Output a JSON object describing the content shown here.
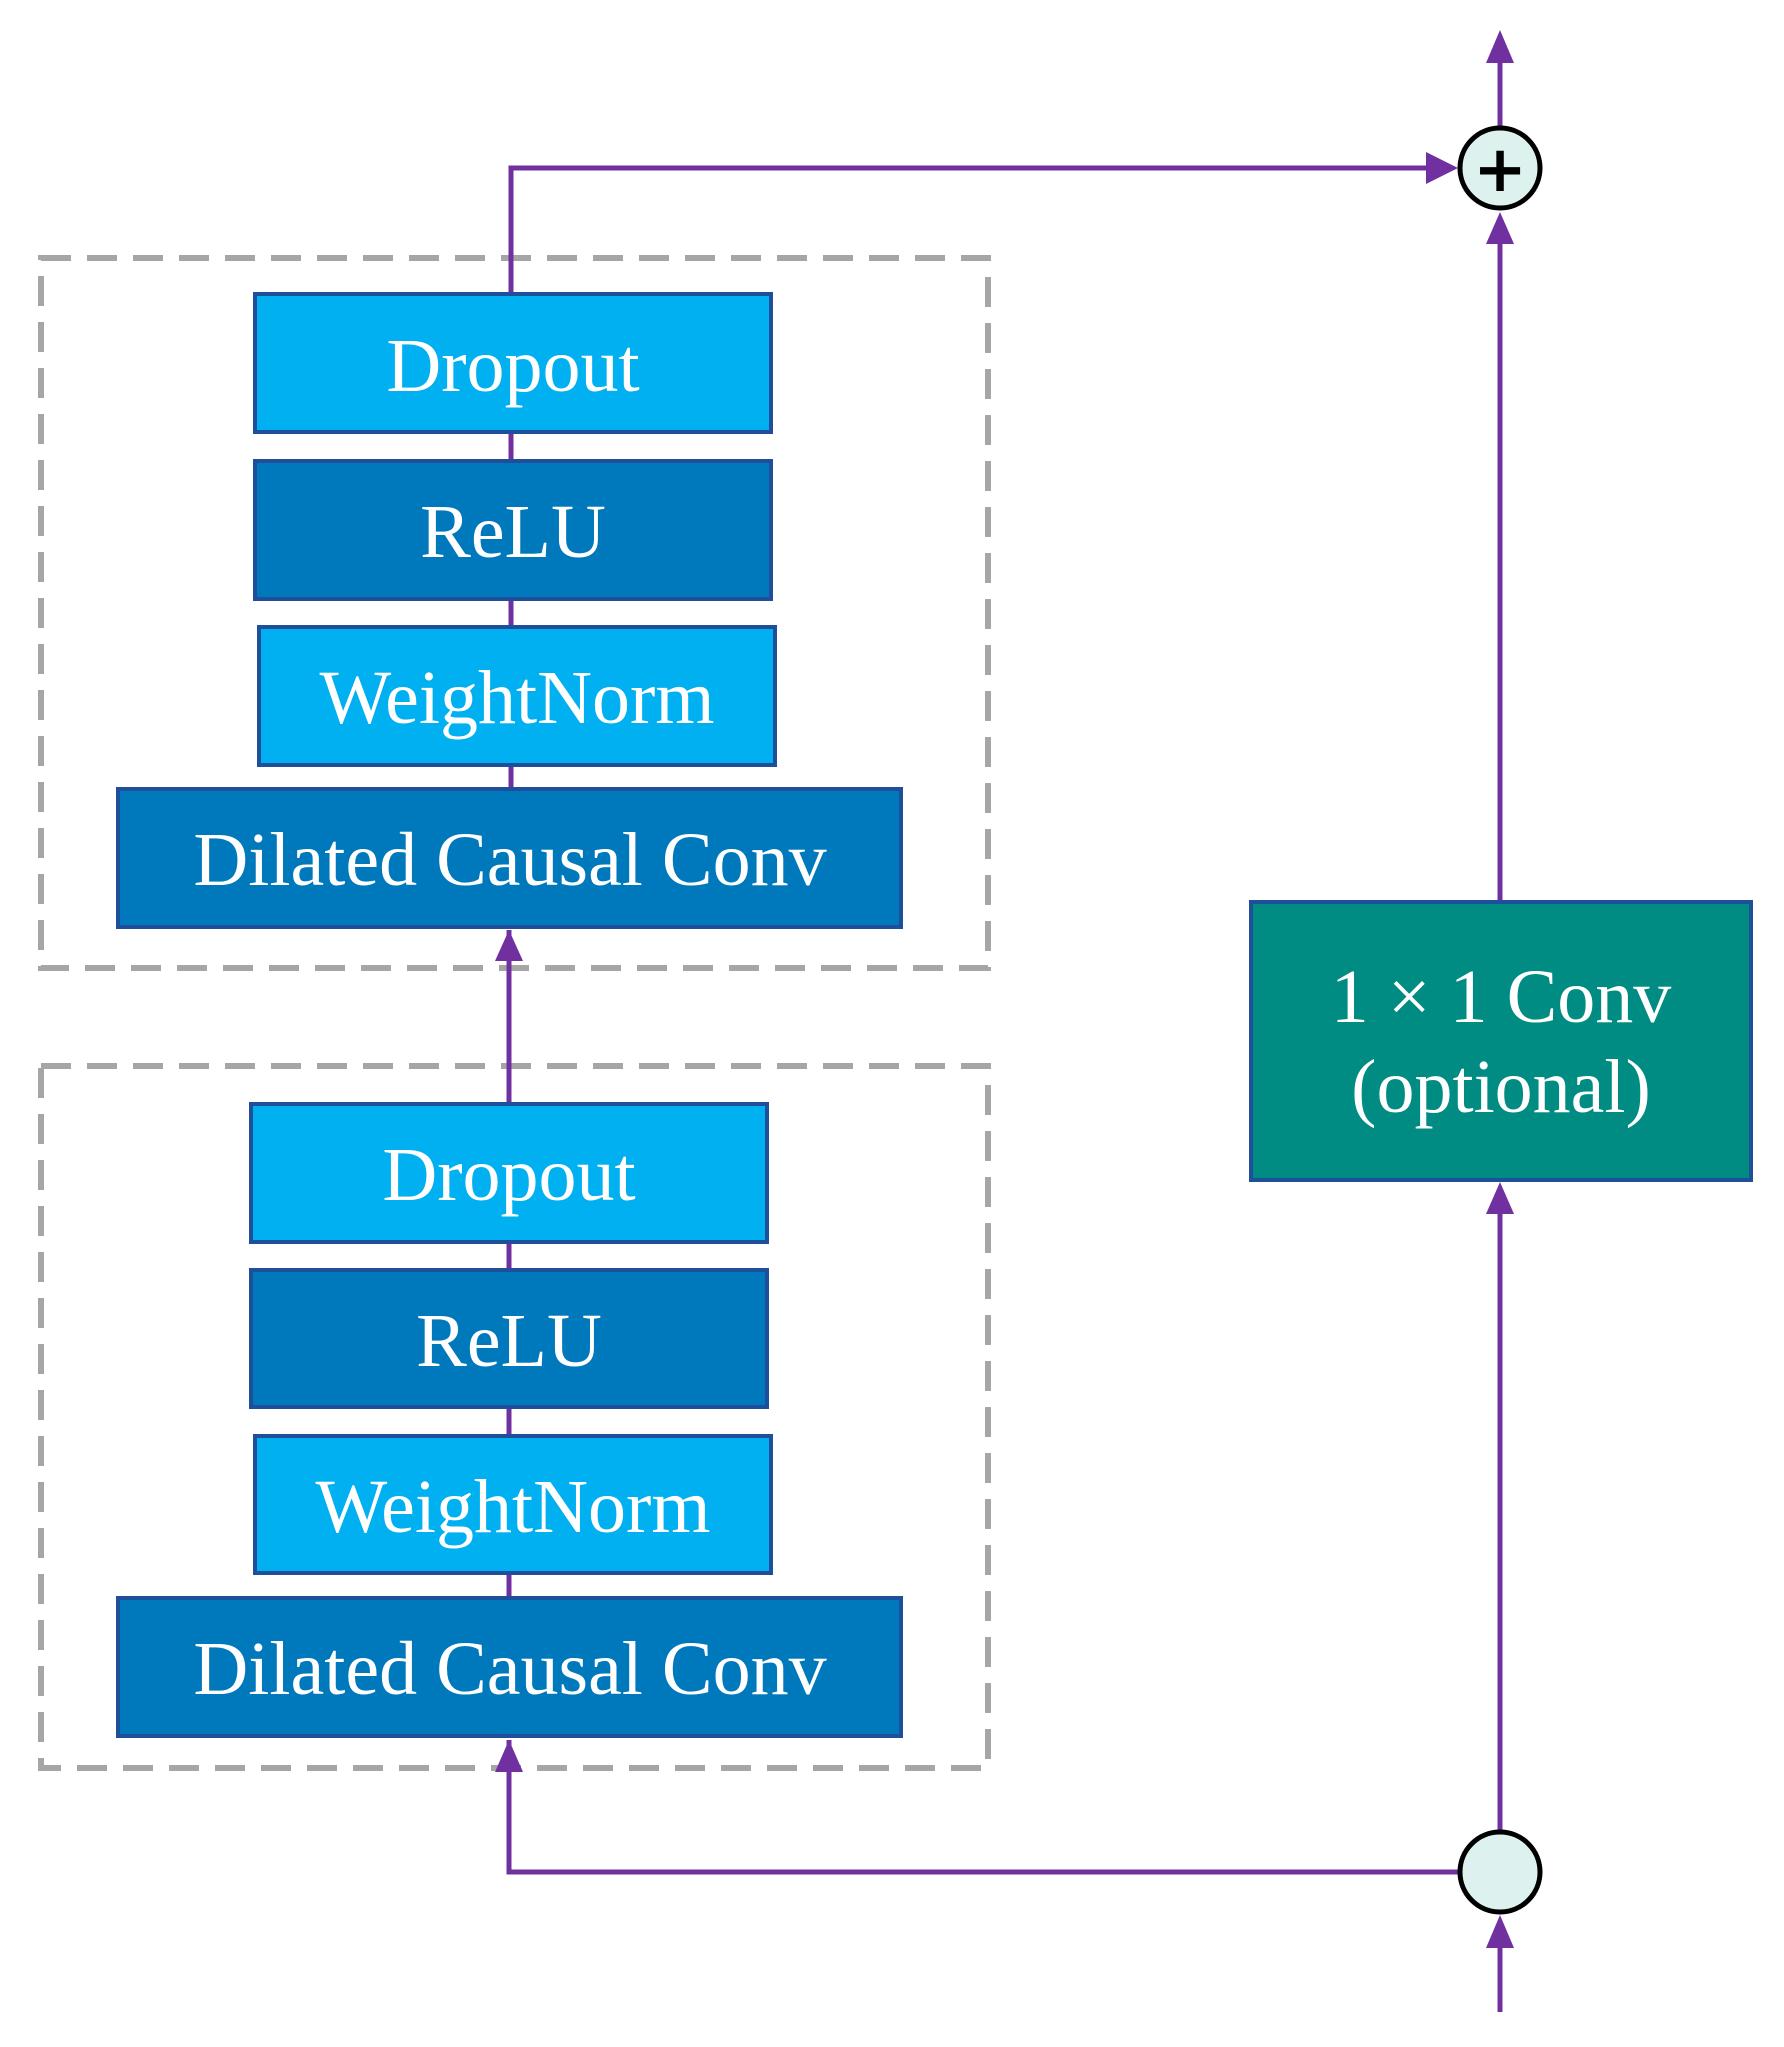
{
  "colors": {
    "light_block": "#00B0F0",
    "dark_block": "#0078BC",
    "conv_block": "#008C82",
    "block_border": "#1F4E9A",
    "arrow": "#7030A0",
    "dashed_box": "#A6A6A6",
    "node_fill": "#DDF2EE"
  },
  "upper_stack": {
    "dropout": "Dropout",
    "relu": "ReLU",
    "weightnorm": "WeightNorm",
    "conv": "Dilated Causal Conv"
  },
  "lower_stack": {
    "dropout": "Dropout",
    "relu": "ReLU",
    "weightnorm": "WeightNorm",
    "conv": "Dilated Causal Conv"
  },
  "shortcut_conv": {
    "line1": "1 × 1 Conv",
    "line2": "(optional)"
  },
  "add_node": {
    "symbol": "+"
  }
}
